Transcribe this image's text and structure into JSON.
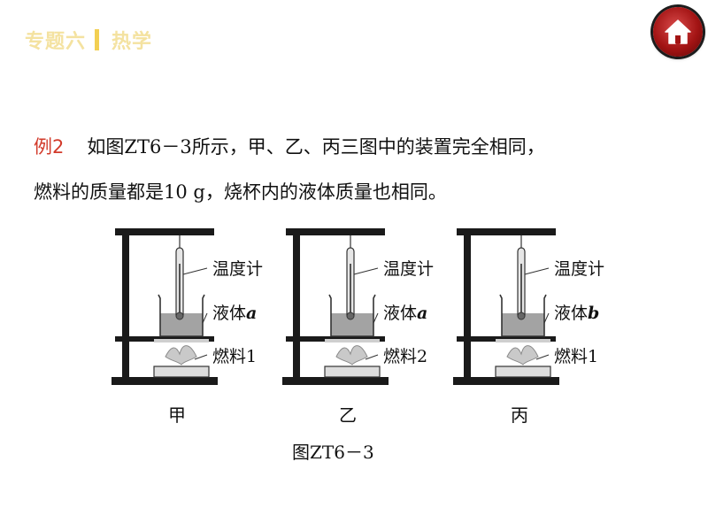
{
  "header": {
    "section": "专题六",
    "topic": "热学"
  },
  "home": {
    "icon": "home-icon"
  },
  "example": {
    "label": "例2",
    "line1": "如图ZT6－3所示，甲、乙、丙三图中的装置完全相同，",
    "line2": "燃料的质量都是10 g，烧杯内的液体质量也相同。"
  },
  "figure": {
    "caption": "图ZT6－3",
    "panels": [
      {
        "thermometer": "温度计",
        "liquid_prefix": "液体",
        "liquid_var": "a",
        "fuel": "燃料1",
        "name": "甲"
      },
      {
        "thermometer": "温度计",
        "liquid_prefix": "液体",
        "liquid_var": "a",
        "fuel": "燃料2",
        "name": "乙"
      },
      {
        "thermometer": "温度计",
        "liquid_prefix": "液体",
        "liquid_var": "b",
        "fuel": "燃料1",
        "name": "丙"
      }
    ]
  },
  "colors": {
    "header_text": "#f4e2a0",
    "header_bar": "#f2cf52",
    "example_label": "#d23a2a",
    "home_button": "#a31414"
  }
}
